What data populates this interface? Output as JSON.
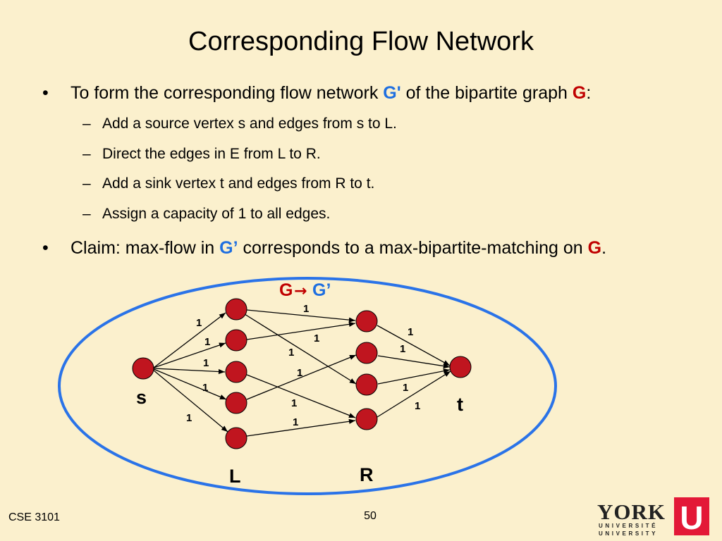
{
  "slide": {
    "title": "Corresponding Flow Network",
    "page_number": "50",
    "footer": "CSE 3101"
  },
  "bullets": {
    "b1": {
      "text_a": "To form the corresponding flow network ",
      "gprime": "G'",
      "text_b": " of the bipartite graph ",
      "g": "G",
      "text_c": ":"
    },
    "subs": [
      "Add a source vertex s and edges from s to L.",
      "Direct the edges in E from L to R.",
      "Add a sink vertex t and edges from R to t.",
      "Assign a capacity of 1 to all edges."
    ],
    "b2": {
      "text_a": "Claim:  max-flow in ",
      "gprime": "G’",
      "text_b": " corresponds to a max-bipartite-matching on ",
      "g": "G",
      "text_c": "."
    }
  },
  "diagram": {
    "heading_g": "G",
    "heading_arrow": "→",
    "heading_gprime": "G’",
    "label_s": "s",
    "label_t": "t",
    "label_L": "L",
    "label_R": "R",
    "edge_capacity": "1",
    "colors": {
      "node_fill": "#c0151f",
      "ellipse_stroke": "#2a73e8",
      "red_text": "#c00000",
      "blue_text": "#1f6fe0"
    }
  },
  "logo": {
    "word": "YORK",
    "line1": "UNIVERSITÉ",
    "line2": "UNIVERSITY",
    "mark": "U"
  }
}
